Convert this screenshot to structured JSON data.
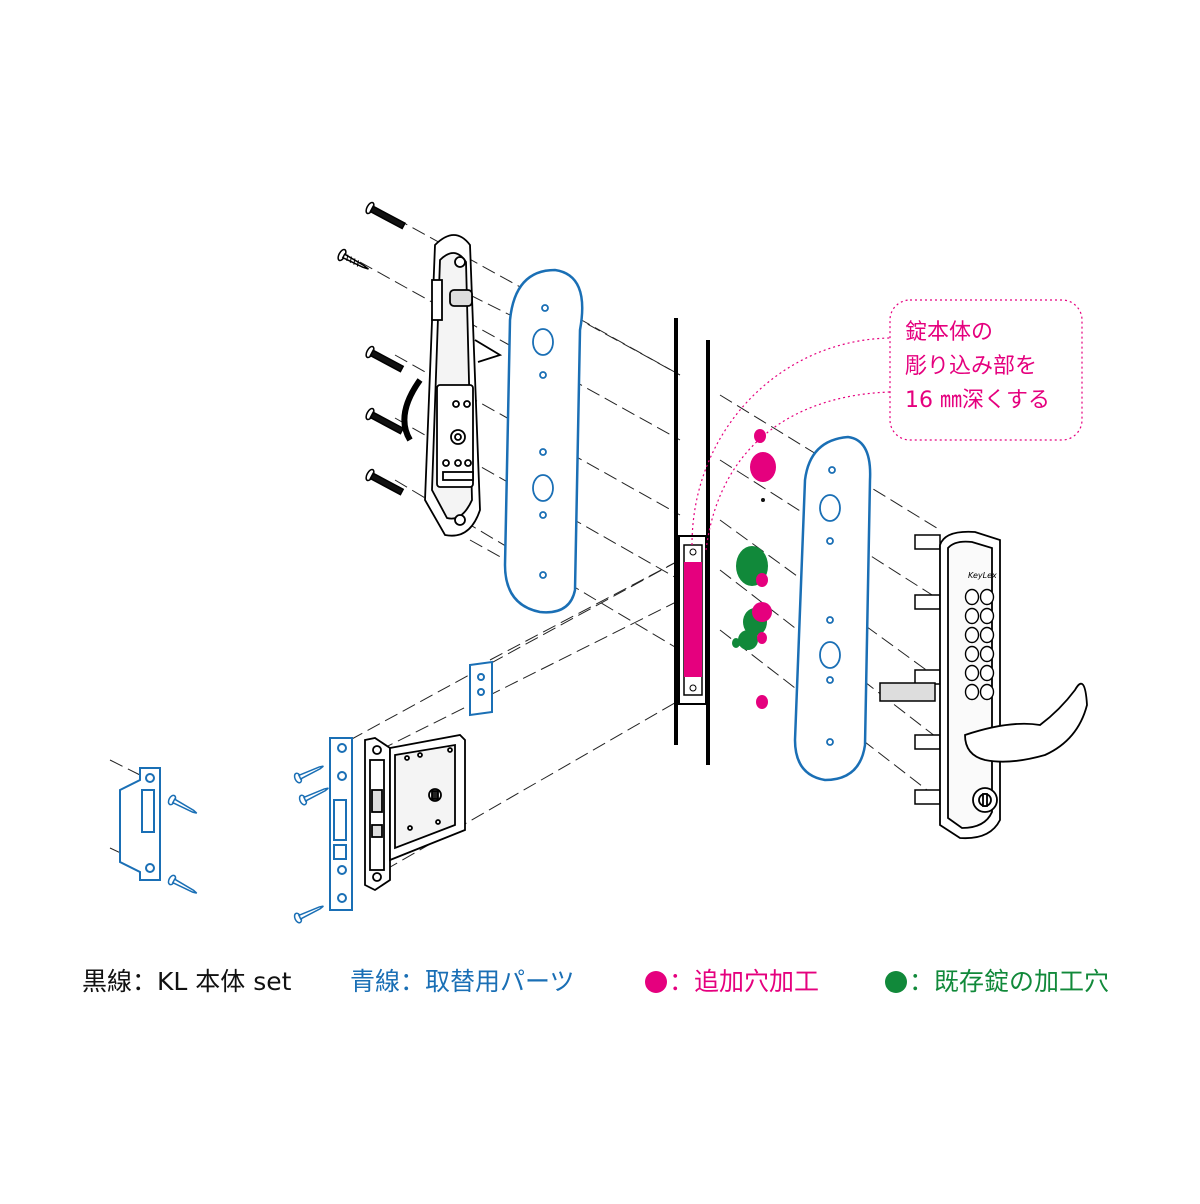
{
  "callout": {
    "lines": [
      "錠本体の",
      "彫り込み部を",
      "16 ㎜深くする"
    ],
    "color": "#e5007e"
  },
  "legend": {
    "black_line": "黒線：KL 本体 set",
    "blue_line": "青線：取替用パーツ",
    "pink_suffix": "：追加穴加工",
    "green_suffix": "：既存錠の加工穴"
  },
  "colors": {
    "black_line": "#000000",
    "blue_line": "#1a6fb5",
    "pink": "#e5007e",
    "green": "#11893a"
  },
  "keypad": {
    "rows": 6,
    "cols": 2
  }
}
